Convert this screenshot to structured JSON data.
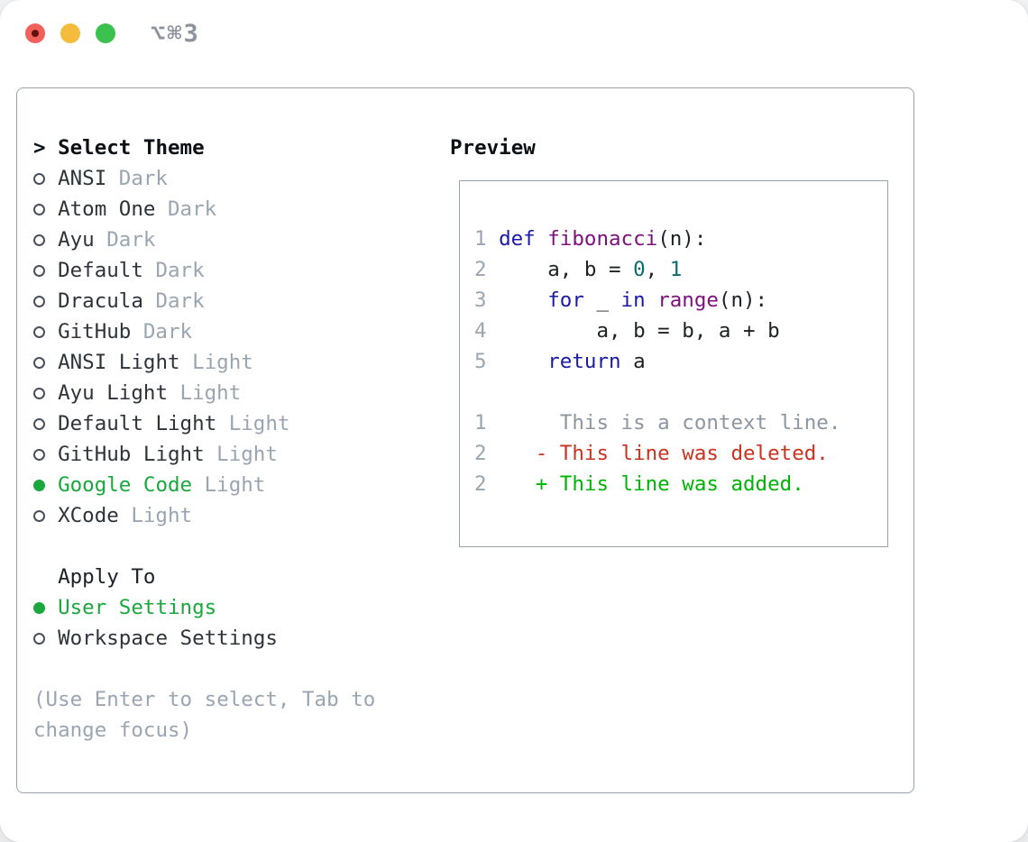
{
  "window": {
    "title": "⌥⌘3"
  },
  "theme_selector": {
    "prompt": ">",
    "title": "Select Theme",
    "items": [
      {
        "name": "ANSI",
        "tag": "Dark",
        "selected": false
      },
      {
        "name": "Atom One",
        "tag": "Dark",
        "selected": false
      },
      {
        "name": "Ayu",
        "tag": "Dark",
        "selected": false
      },
      {
        "name": "Default",
        "tag": "Dark",
        "selected": false
      },
      {
        "name": "Dracula",
        "tag": "Dark",
        "selected": false
      },
      {
        "name": "GitHub",
        "tag": "Dark",
        "selected": false
      },
      {
        "name": "ANSI Light",
        "tag": "Light",
        "selected": false
      },
      {
        "name": "Ayu Light",
        "tag": "Light",
        "selected": false
      },
      {
        "name": "Default Light",
        "tag": "Light",
        "selected": false
      },
      {
        "name": "GitHub Light",
        "tag": "Light",
        "selected": false
      },
      {
        "name": "Google Code",
        "tag": "Light",
        "selected": true
      },
      {
        "name": "XCode",
        "tag": "Light",
        "selected": false
      }
    ]
  },
  "apply_to": {
    "title": "Apply To",
    "options": [
      {
        "label": "User Settings",
        "selected": true
      },
      {
        "label": "Workspace Settings",
        "selected": false
      }
    ]
  },
  "help": {
    "lines": [
      "(Use Enter to select, Tab to",
      "change focus)"
    ]
  },
  "preview": {
    "title": "Preview",
    "lines": [
      {
        "num": "1",
        "tokens": [
          {
            "t": "def ",
            "c": "kw"
          },
          {
            "t": "fibonacci",
            "c": "fn"
          },
          {
            "t": "(n):",
            "c": "pl"
          }
        ]
      },
      {
        "num": "2",
        "tokens": [
          {
            "t": "    a, b = ",
            "c": "pl"
          },
          {
            "t": "0",
            "c": "lit"
          },
          {
            "t": ", ",
            "c": "pl"
          },
          {
            "t": "1",
            "c": "lit"
          }
        ]
      },
      {
        "num": "3",
        "tokens": [
          {
            "t": "    ",
            "c": "pl"
          },
          {
            "t": "for",
            "c": "kw"
          },
          {
            "t": " _ ",
            "c": "pl"
          },
          {
            "t": "in",
            "c": "kw"
          },
          {
            "t": " ",
            "c": "pl"
          },
          {
            "t": "range",
            "c": "fn"
          },
          {
            "t": "(n):",
            "c": "pl"
          }
        ]
      },
      {
        "num": "4",
        "tokens": [
          {
            "t": "        a, b = b, a + b",
            "c": "pl"
          }
        ]
      },
      {
        "num": "5",
        "tokens": [
          {
            "t": "    ",
            "c": "pl"
          },
          {
            "t": "return",
            "c": "kw"
          },
          {
            "t": " a",
            "c": "pl"
          }
        ]
      },
      {
        "num": "",
        "tokens": []
      },
      {
        "num": "1",
        "tokens": [
          {
            "t": "     This is a context line.",
            "c": "ctx"
          }
        ]
      },
      {
        "num": "2",
        "tokens": [
          {
            "t": "   ",
            "c": "pl"
          },
          {
            "t": "- This line was deleted.",
            "c": "del"
          }
        ]
      },
      {
        "num": "2",
        "tokens": [
          {
            "t": "   ",
            "c": "pl"
          },
          {
            "t": "+ This line was added.",
            "c": "add"
          }
        ]
      }
    ]
  },
  "colors": {
    "green": "#1aa83c",
    "kw": "#1a1aa6",
    "fn": "#7d107d",
    "lit": "#0b6b6b",
    "plain": "#1d2126",
    "num": "#9aa5b2",
    "ctx": "#8c96a1",
    "del": "#c93220",
    "add": "#00b307",
    "muted": "#9aa5b2",
    "border": "#98a2ae",
    "tl-red": "#f2605c",
    "tl-red-dot": "#64100a",
    "tl-yellow": "#f5bb3d",
    "tl-green": "#3ac14e"
  }
}
